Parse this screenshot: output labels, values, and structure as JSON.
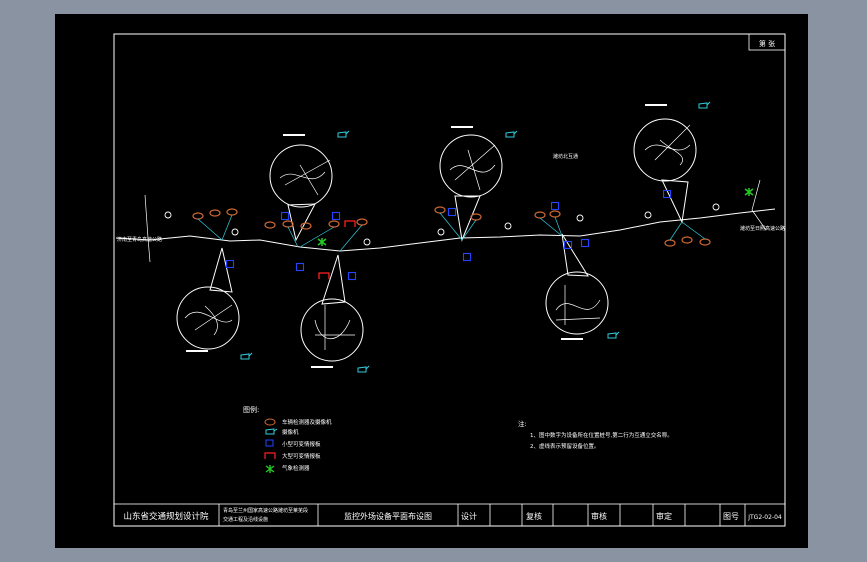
{
  "sheet": {
    "page_mark": "第  张"
  },
  "legend": {
    "title": "图例:",
    "items": [
      {
        "label": "车辆检测器及摄像机",
        "icon": "vehicle-detector-icon"
      },
      {
        "label": "摄像机",
        "icon": "camera-icon"
      },
      {
        "label": "小型可变情报板",
        "icon": "small-vms-icon"
      },
      {
        "label": "大型可变情报板",
        "icon": "large-vms-icon"
      },
      {
        "label": "气象检测器",
        "icon": "weather-detector-icon"
      }
    ]
  },
  "notes": {
    "heading": "注:",
    "lines": [
      "1、图中数字为设备所在位置桩号,第二行为互通立交名称。",
      "2、虚线表示预留设备位置。"
    ]
  },
  "labels": {
    "west_end": "济南至青岛高速公路",
    "east_end": "潍坊至日照高速公路",
    "middle_tag": "潍坊北互通"
  },
  "title_block": {
    "org": "山东省交通规划设计院",
    "project_line1": "青岛至兰州国家高速公路潍坊至莱芜段",
    "project_line2": "交通工程及沿线设施",
    "drawing_title": "监控外场设备平面布设图",
    "design": "设计",
    "review": "复核",
    "check": "审核",
    "approve": "审定",
    "drawing_no_label": "图号",
    "drawing_no": "JTG2-02-04"
  },
  "colors": {
    "background": "#000000",
    "frame": "#ffffff",
    "road": "#ffffff",
    "cyan": "#33ccdd",
    "blue": "#2244ff",
    "red": "#ff2020",
    "orange": "#cc6633",
    "green": "#22cc22"
  }
}
